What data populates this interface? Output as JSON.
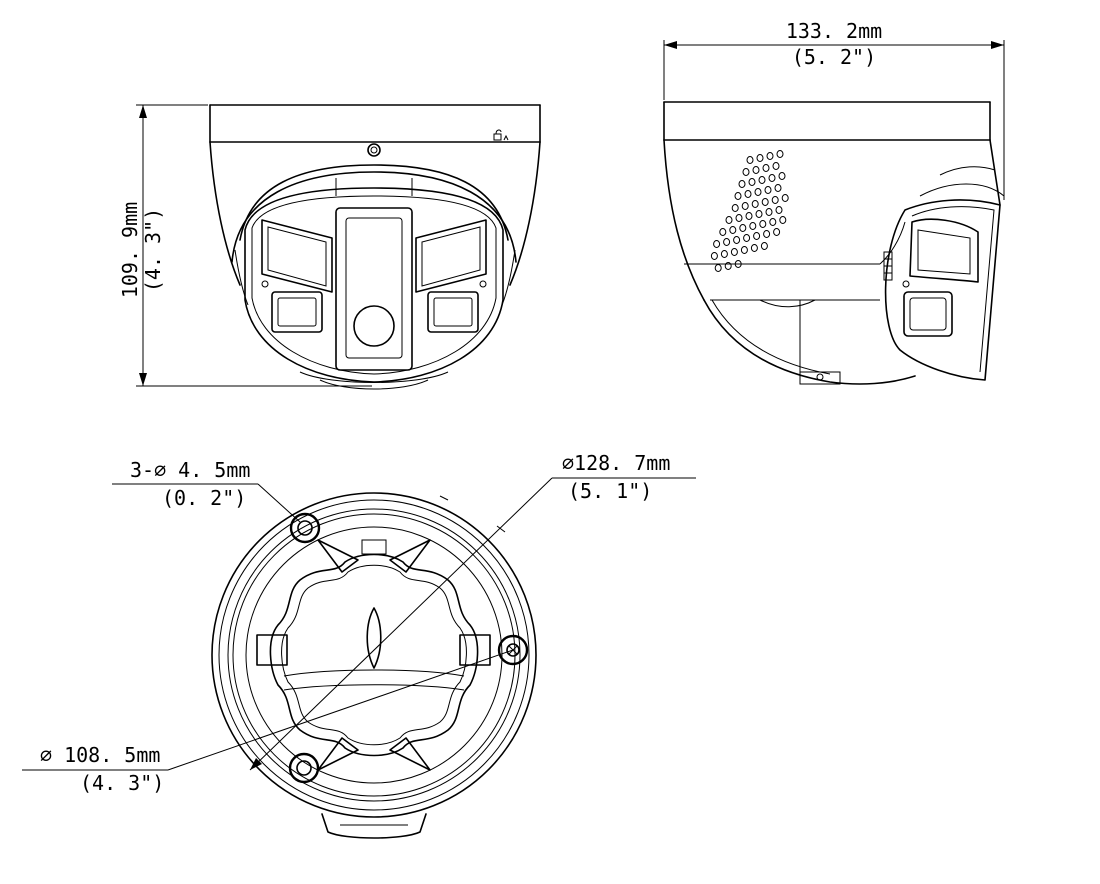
{
  "dimensions": {
    "height_mm": "109. 9mm",
    "height_in": "(4. 3\")",
    "width_mm": "133. 2mm",
    "width_in": "(5. 2\")",
    "hole_mm": "3-∅ 4. 5mm",
    "hole_in": "(0. 2\")",
    "outer_diameter_mm": "∅128. 7mm",
    "outer_diameter_in": "(5. 1\")",
    "hole_pitch_mm": "∅ 108. 5mm",
    "hole_pitch_in": "(4. 3\")"
  },
  "views": {
    "front": "front-view",
    "side": "side-view",
    "bottom": "bottom-view"
  },
  "colors": {
    "line": "#000000",
    "background": "#ffffff"
  }
}
